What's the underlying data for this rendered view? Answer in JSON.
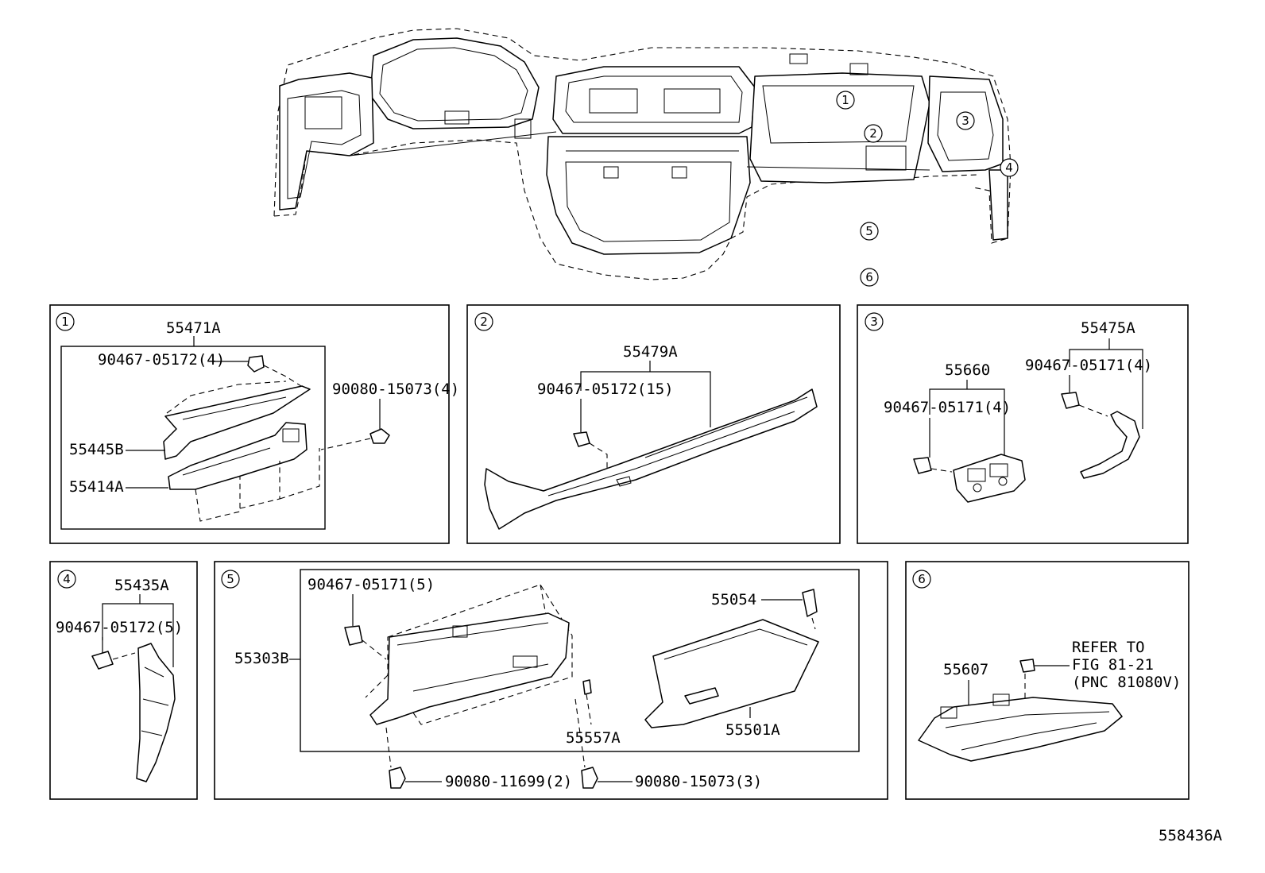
{
  "diagram_id": "558436A",
  "callouts": [
    "1",
    "2",
    "3",
    "4",
    "5",
    "6"
  ],
  "panels": {
    "p1": {
      "number": "1",
      "parts": {
        "assy": "55471A",
        "clip": "90467-05172(4)",
        "screw": "90080-15073(4)",
        "upper": "55445B",
        "lower": "55414A"
      }
    },
    "p2": {
      "number": "2",
      "parts": {
        "assy": "55479A",
        "clip": "90467-05172(15)"
      }
    },
    "p3": {
      "number": "3",
      "parts": {
        "assy_right": "55475A",
        "clip_right": "90467-05171(4)",
        "assy_left": "55660",
        "clip_left": "90467-05171(4)"
      }
    },
    "p4": {
      "number": "4",
      "parts": {
        "assy": "55435A",
        "clip": "90467-05172(5)"
      }
    },
    "p5": {
      "number": "5",
      "parts": {
        "clip": "90467-05171(5)",
        "bumper": "55054",
        "door_assy": "55303B",
        "damper": "55557A",
        "box": "55501A",
        "screw_a": "90080-11699(2)",
        "screw_b": "90080-15073(3)"
      }
    },
    "p6": {
      "number": "6",
      "parts": {
        "assy": "55607",
        "refer_line1": "REFER TO",
        "refer_line2": "FIG 81-21",
        "refer_line3": "(PNC 81080V)"
      }
    }
  }
}
